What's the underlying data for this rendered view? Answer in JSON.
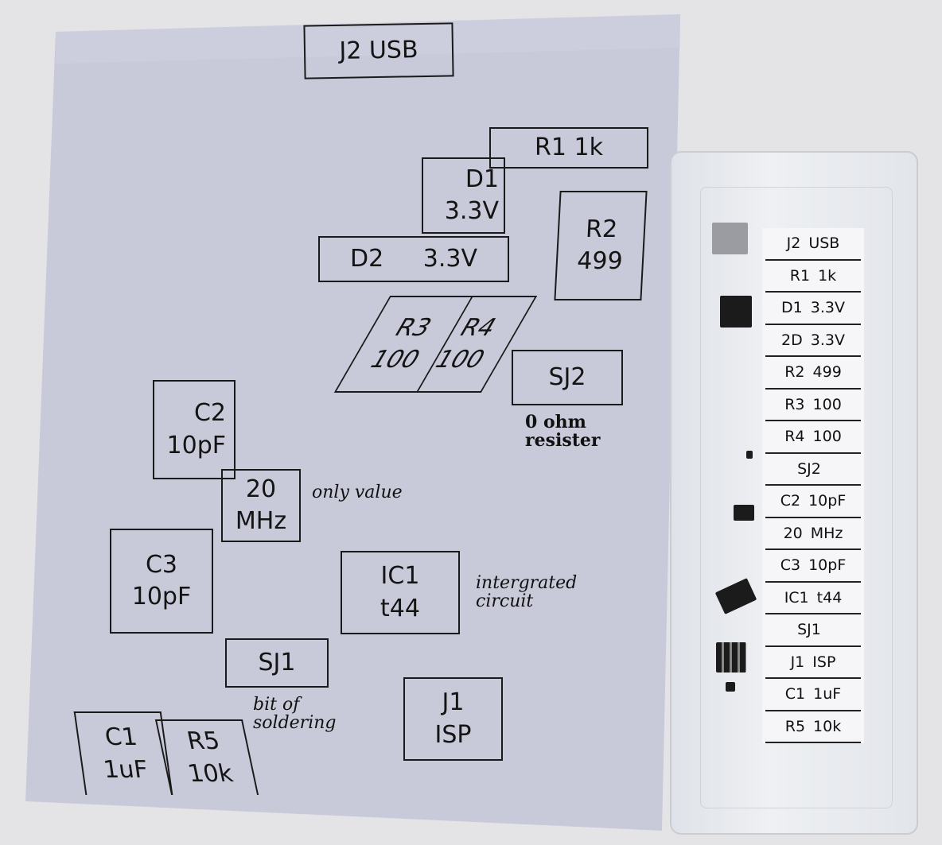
{
  "paper_boxes": [
    {
      "line1": "J2 USB"
    },
    {
      "line1": "R1 1k"
    },
    {
      "line1": "D1",
      "line2": "3.3V"
    },
    {
      "line1": "R2",
      "line2": "499"
    },
    {
      "line1": "D2 3.3V"
    },
    {
      "line1": "R3",
      "line2": "100"
    },
    {
      "line1": "R4",
      "line2": "100"
    },
    {
      "line1": "SJ2"
    },
    {
      "line1": "C2",
      "line2": "10pF"
    },
    {
      "line1": "20",
      "line2": "MHz"
    },
    {
      "line1": "C3",
      "line2": "10pF"
    },
    {
      "line1": "IC1",
      "line2": "t44"
    },
    {
      "line1": "SJ1"
    },
    {
      "line1": "J1",
      "line2": "ISP"
    },
    {
      "line1": "C1",
      "line2": "1uF"
    },
    {
      "line1": "R5",
      "line2": "10k"
    }
  ],
  "notes": {
    "sj2": "0 ohm resister",
    "crystal": "only value",
    "ic1": "intergrated circuit",
    "sj1": "bit of soldering"
  },
  "strip_labels": [
    [
      "J2",
      "USB"
    ],
    [
      "R1",
      "1k"
    ],
    [
      "D1",
      "3.3V"
    ],
    [
      "2D",
      "3.3V"
    ],
    [
      "R2",
      "499"
    ],
    [
      "R3",
      "100"
    ],
    [
      "R4",
      "100"
    ],
    [
      "SJ2",
      ""
    ],
    [
      "C2",
      "10pF"
    ],
    [
      "20",
      "MHz"
    ],
    [
      "C3",
      "10pF"
    ],
    [
      "IC1",
      "t44"
    ],
    [
      "SJ1",
      ""
    ],
    [
      "J1",
      "ISP"
    ],
    [
      "C1",
      "1uF"
    ],
    [
      "R5",
      "10k"
    ]
  ],
  "colors": {
    "paper": "#c9cad9",
    "ink": "#141414",
    "background": "#e4e4e6"
  }
}
